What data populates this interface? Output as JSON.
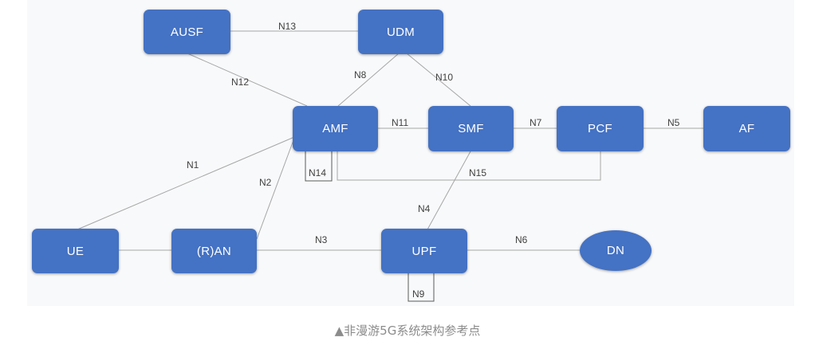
{
  "diagram": {
    "nodes": {
      "ausf": "AUSF",
      "udm": "UDM",
      "amf": "AMF",
      "smf": "SMF",
      "pcf": "PCF",
      "af": "AF",
      "ue": "UE",
      "ran": "(R)AN",
      "upf": "UPF",
      "dn": "DN"
    },
    "links": {
      "n1": "N1",
      "n2": "N2",
      "n3": "N3",
      "n4": "N4",
      "n5": "N5",
      "n6": "N6",
      "n7": "N7",
      "n8": "N8",
      "n9": "N9",
      "n10": "N10",
      "n11": "N11",
      "n12": "N12",
      "n13": "N13",
      "n14": "N14",
      "n15": "N15"
    },
    "colors": {
      "node_fill": "#4472c4",
      "node_text": "#ffffff",
      "line": "#a6a6a6"
    }
  },
  "caption": "▲非漫游5G系统架构参考点"
}
